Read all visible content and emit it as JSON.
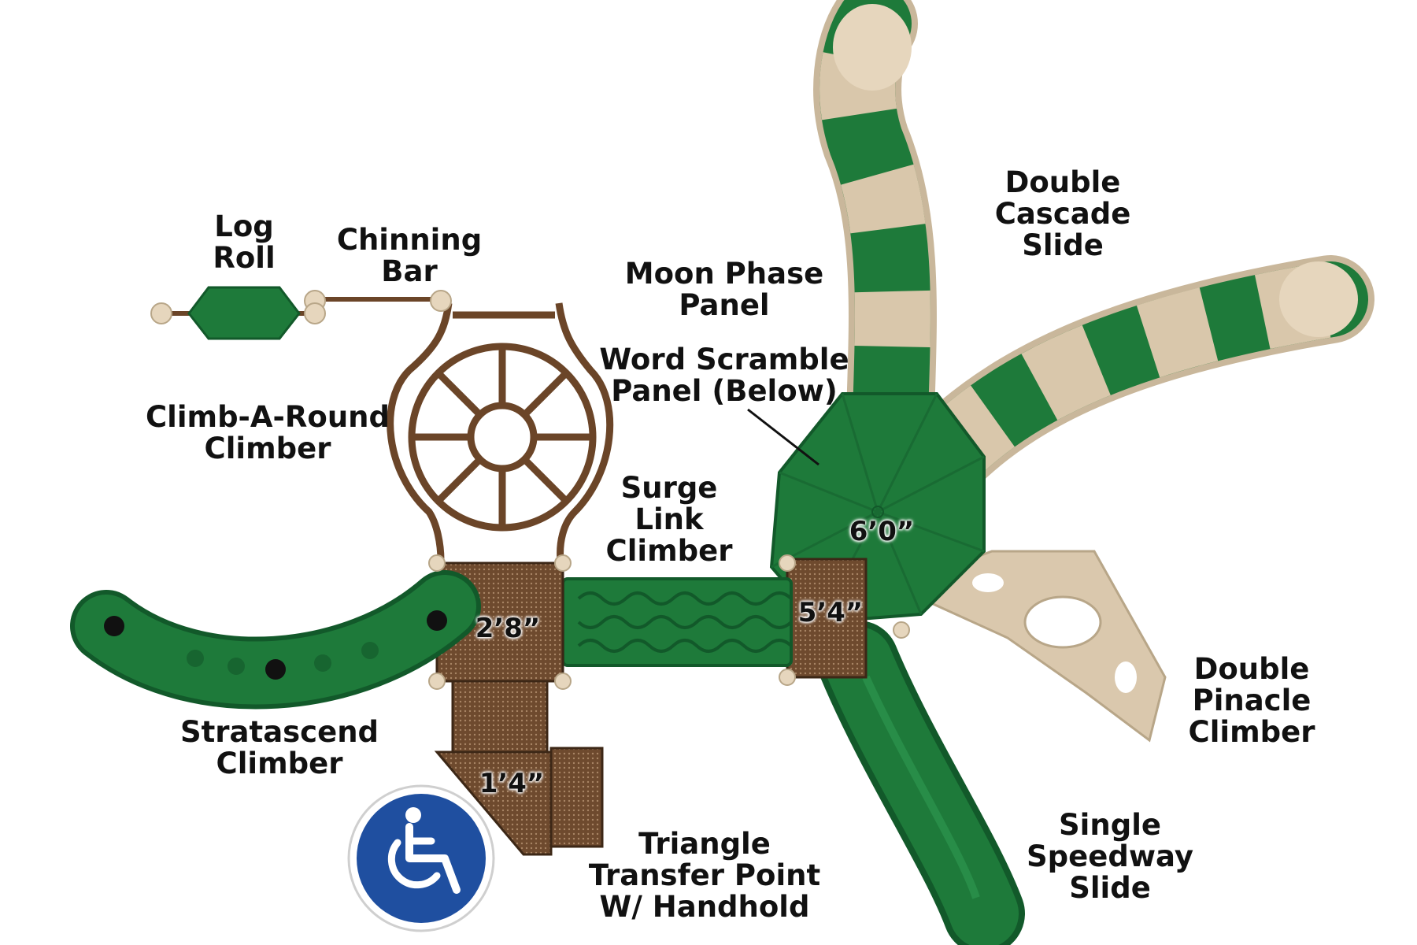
{
  "colors": {
    "green": "#1e7a3a",
    "green_dark": "#12592a",
    "tan": "#d9c7ab",
    "brown": "#6b4528",
    "deck": "#7a5234",
    "access_blue": "#1f4fa0"
  },
  "labels": {
    "log_roll": [
      "Log",
      "Roll"
    ],
    "chinning_bar": [
      "Chinning",
      "Bar"
    ],
    "moon_phase_panel": [
      "Moon Phase",
      "Panel"
    ],
    "double_cascade_slide": [
      "Double",
      "Cascade",
      "Slide"
    ],
    "word_scramble_panel": [
      "Word Scramble",
      "Panel (Below)"
    ],
    "climb_a_round_climber": [
      "Climb-A-Round",
      "Climber"
    ],
    "surge_link_climber": [
      "Surge",
      "Link",
      "Climber"
    ],
    "double_pinacle_climber": [
      "Double",
      "Pinacle",
      "Climber"
    ],
    "stratascend_climber": [
      "Stratascend",
      "Climber"
    ],
    "single_speedway_slide": [
      "Single",
      "Speedway",
      "Slide"
    ],
    "triangle_transfer_point": [
      "Triangle",
      "Transfer Point",
      "W/ Handhold"
    ]
  },
  "deck_heights": {
    "roof": "6’0”",
    "deck_left": "2’8”",
    "deck_right": "5’4”",
    "transfer": "1’4”"
  },
  "icons": {
    "accessibility": "wheelchair-accessibility-icon"
  }
}
